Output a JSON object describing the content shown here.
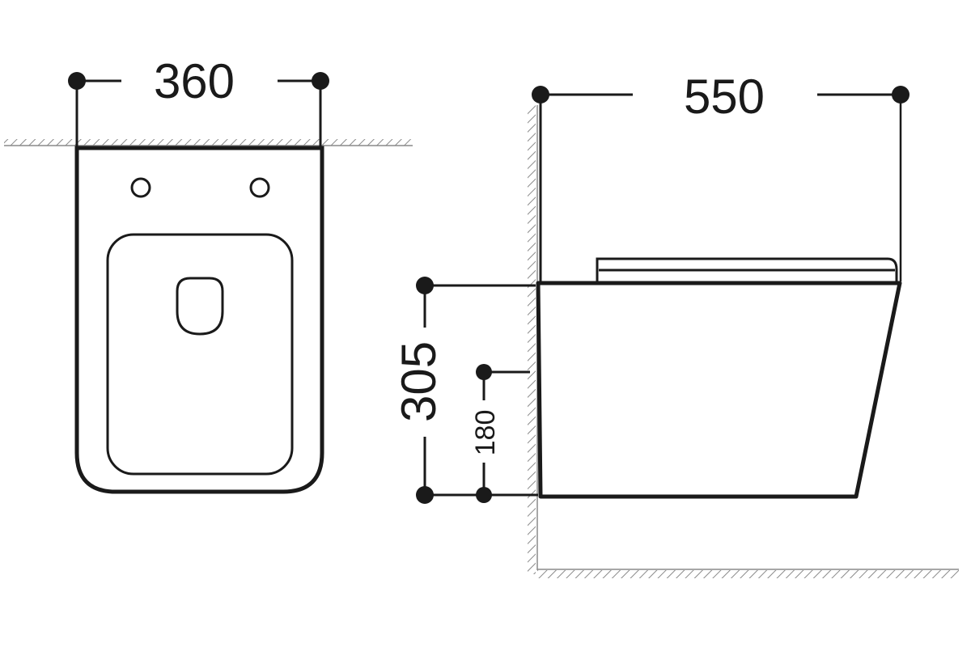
{
  "diagram": {
    "colors": {
      "line": "#1a1a1a",
      "hatch": "#8a8a8a",
      "background": "#ffffff"
    },
    "front_view": {
      "width_label": "360"
    },
    "side_view": {
      "depth_label": "550",
      "height_label": "305",
      "outlet_height_label": "180"
    }
  }
}
